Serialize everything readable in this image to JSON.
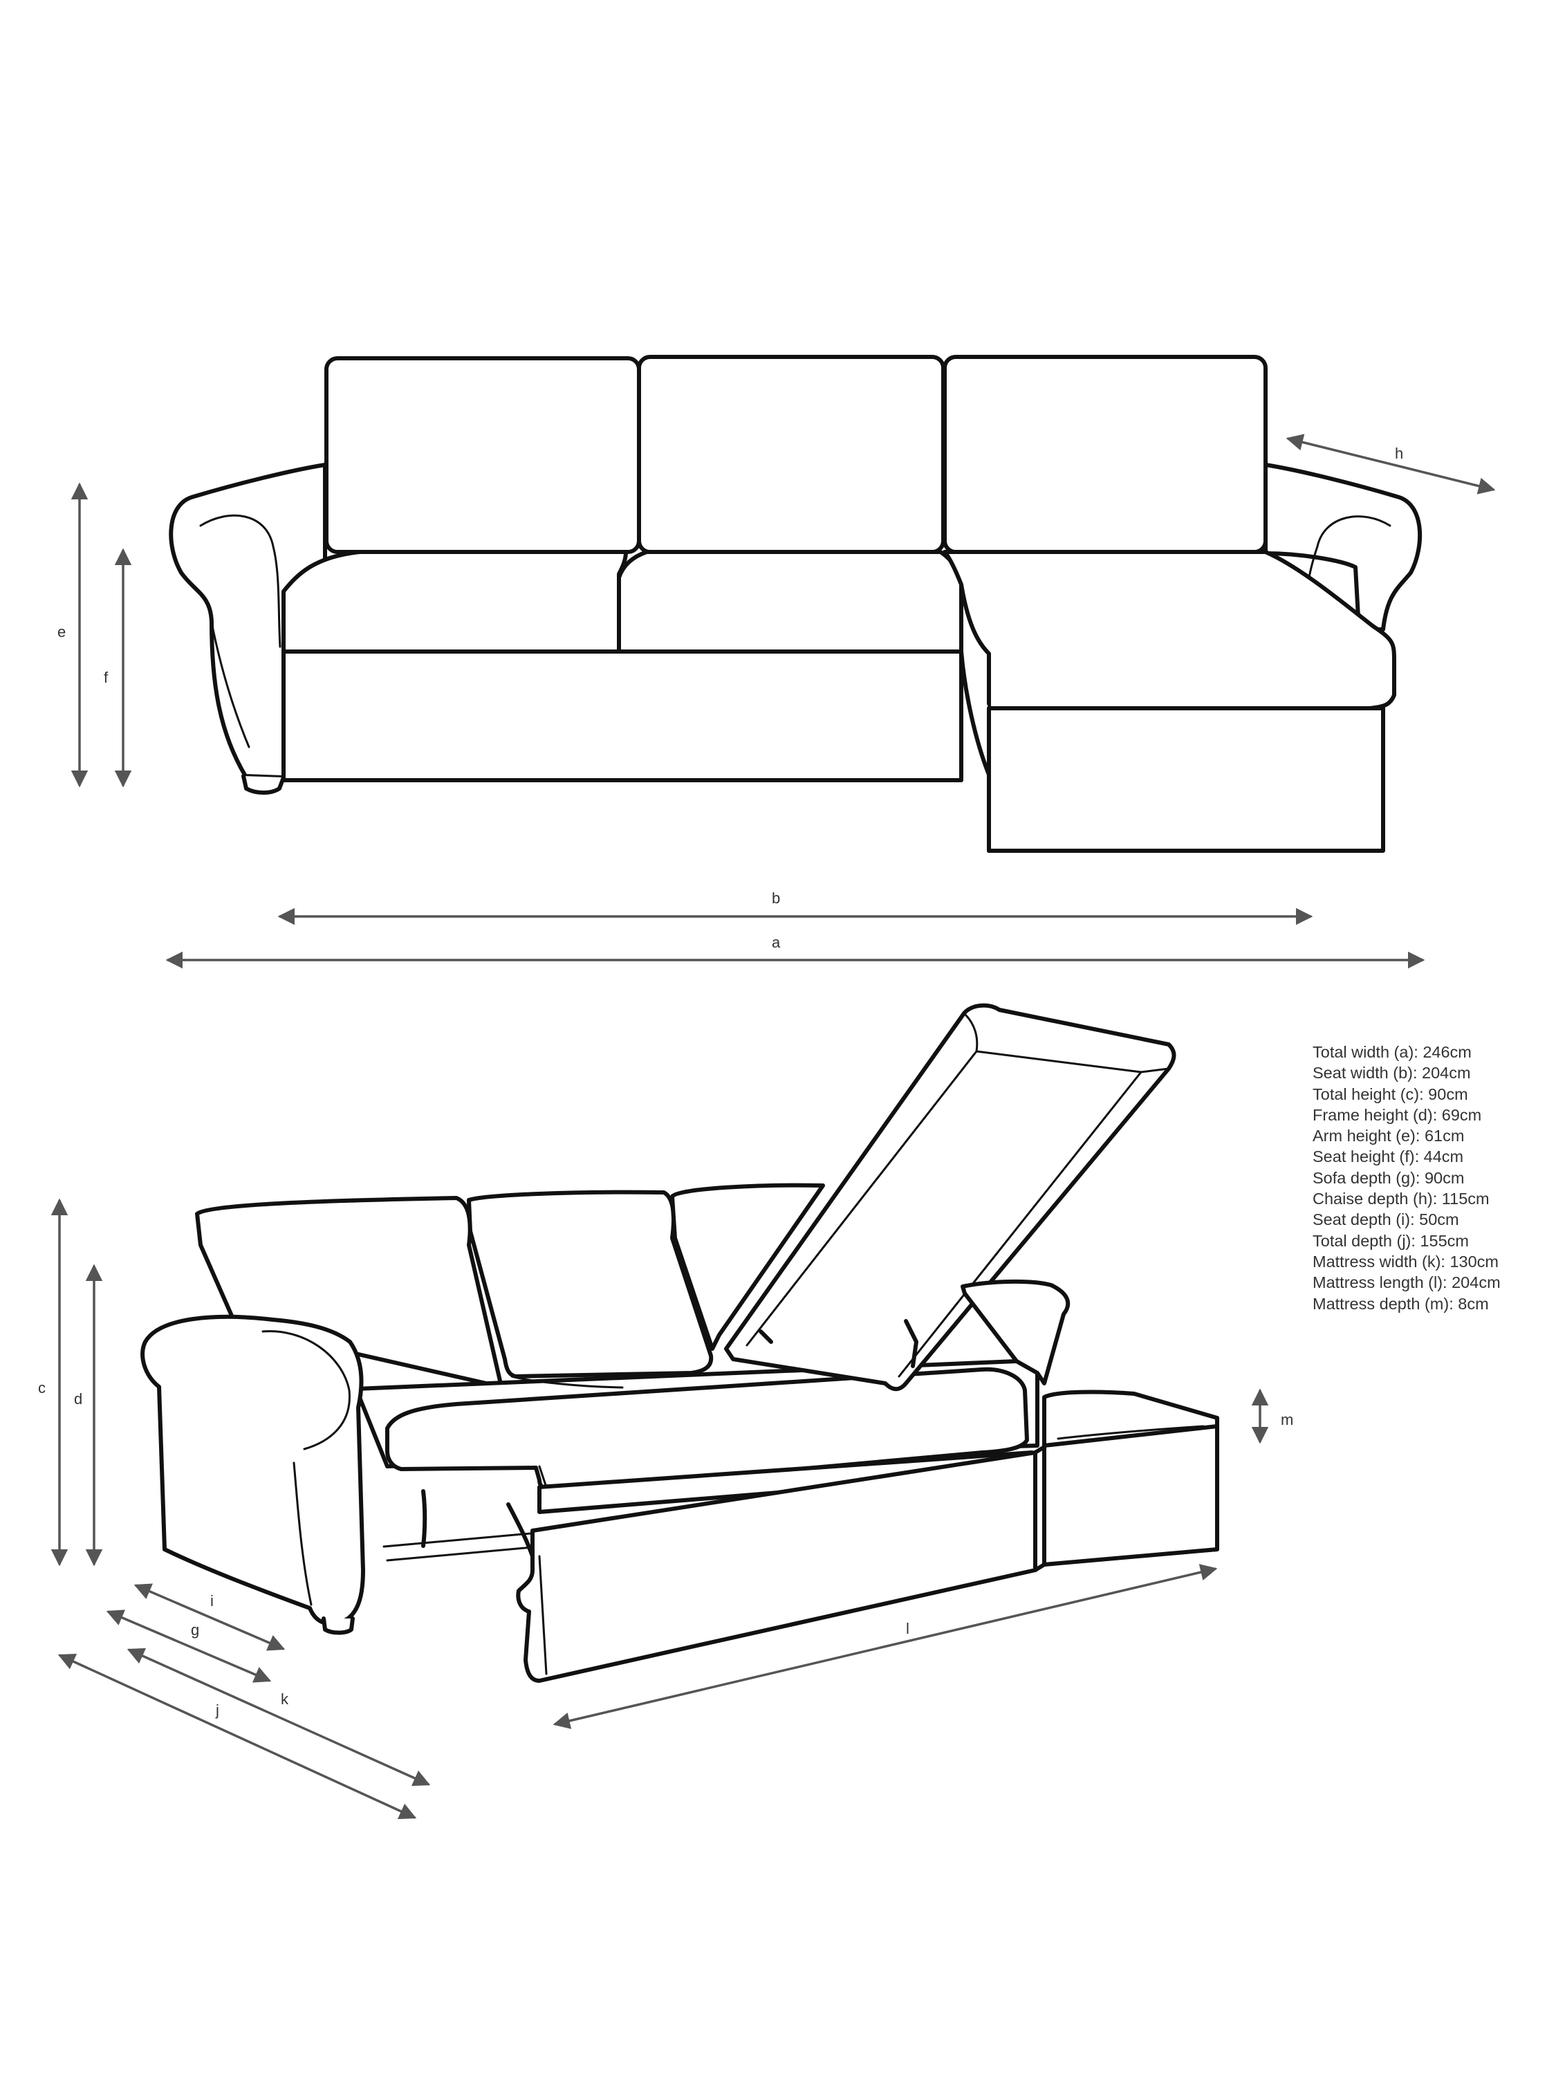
{
  "dimension_letters": {
    "a": "a",
    "b": "b",
    "c": "c",
    "d": "d",
    "e": "e",
    "f": "f",
    "g": "g",
    "h": "h",
    "i": "i",
    "j": "j",
    "k": "k",
    "l": "l",
    "m": "m"
  },
  "specifications": [
    "Total width (a): 246cm",
    "Seat width (b): 204cm",
    "Total height (c): 90cm",
    "Frame height (d): 69cm",
    "Arm height (e): 61cm",
    "Seat height (f): 44cm",
    "Sofa depth (g): 90cm",
    "Chaise depth (h): 115cm",
    "Seat depth (i): 50cm",
    "Total depth (j): 155cm",
    "Mattress width (k): 130cm",
    "Mattress length (l): 204cm",
    "Mattress depth (m): 8cm"
  ],
  "colors": {
    "line": "#111111",
    "dimension": "#555555",
    "text": "#333333",
    "background": "#ffffff"
  }
}
